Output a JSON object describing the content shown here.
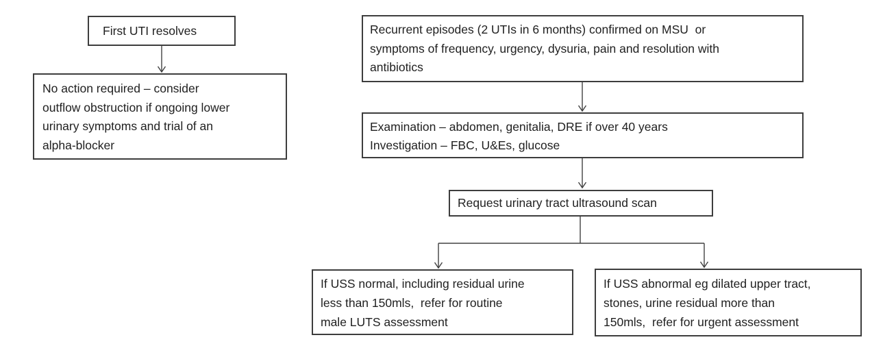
{
  "flowchart": {
    "colors": {
      "background": "#ffffff",
      "box_border": "#3d3d3d",
      "connector": "#404040",
      "text": "#212121"
    },
    "boxes": {
      "first_uti": {
        "lines": [
          "First UTI resolves"
        ]
      },
      "no_action": {
        "lines": [
          "No action required – consider",
          "outflow obstruction if ongoing lower",
          "urinary symptoms and trial of an",
          "alpha-blocker"
        ]
      },
      "recurrent": {
        "lines": [
          "Recurrent episodes (2 UTIs in 6 months) confirmed on MSU  or",
          "symptoms of frequency, urgency, dysuria, pain and resolution with",
          "antibiotics"
        ]
      },
      "examination": {
        "lines": [
          "Examination – abdomen, genitalia, DRE if over 40 years",
          "Investigation – FBC, U&Es, glucose"
        ]
      },
      "ultrasound": {
        "lines": [
          "Request urinary tract ultrasound scan"
        ]
      },
      "uss_normal": {
        "lines": [
          "If USS normal, including residual urine",
          "less than 150mls,  refer for routine",
          "male LUTS assessment"
        ]
      },
      "uss_abnormal": {
        "lines": [
          "If USS abnormal eg dilated upper tract,",
          "stones, urine residual more than",
          "150mls,  refer for urgent assessment"
        ]
      }
    }
  }
}
